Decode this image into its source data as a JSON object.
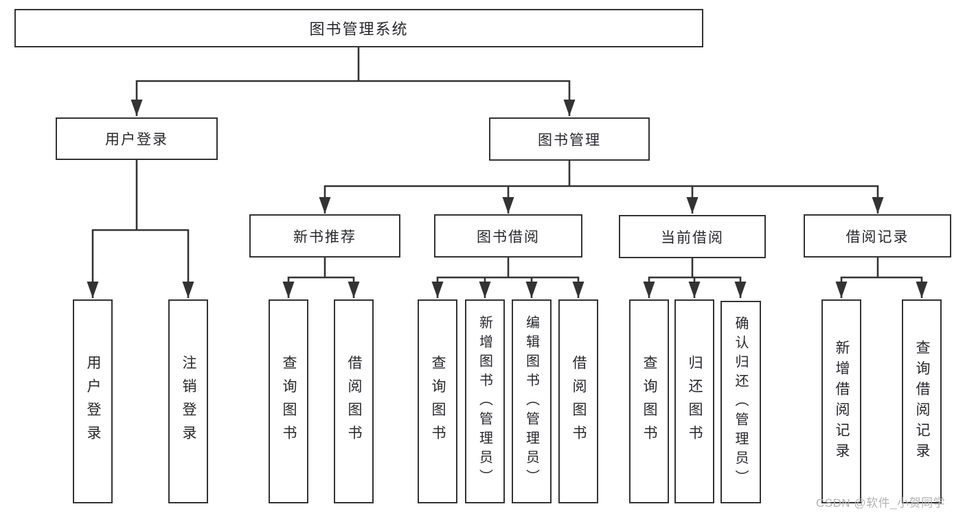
{
  "diagram": {
    "root": {
      "label": "图书管理系统"
    },
    "level2": [
      {
        "id": "user-login",
        "label": "用户登录"
      },
      {
        "id": "book-management",
        "label": "图书管理"
      }
    ],
    "level3": [
      {
        "id": "new-book-recommend",
        "label": "新书推荐"
      },
      {
        "id": "book-borrow",
        "label": "图书借阅"
      },
      {
        "id": "current-borrow",
        "label": "当前借阅"
      },
      {
        "id": "borrow-records",
        "label": "借阅记录"
      }
    ],
    "leaves": {
      "user": [
        {
          "label": "用户登录"
        },
        {
          "label": "注销登录"
        }
      ],
      "recommend": [
        {
          "label": "查询图书"
        },
        {
          "label": "借阅图书"
        }
      ],
      "borrow": [
        {
          "label": "查询图书"
        },
        {
          "label": "新增图书（管理员）"
        },
        {
          "label": "编辑图书（管理员）"
        },
        {
          "label": "借阅图书"
        }
      ],
      "current": [
        {
          "label": "查询图书"
        },
        {
          "label": "归还图书"
        },
        {
          "label": "确认归还（管理员）"
        }
      ],
      "records": [
        {
          "label": "新增借阅记录"
        },
        {
          "label": "查询借阅记录"
        }
      ]
    }
  },
  "watermark": {
    "text": "CSDN @软件_小贺同学"
  },
  "colors": {
    "background": "#ffffff",
    "box_fill": "#ffffff",
    "box_border": "#333333",
    "line": "#333333",
    "text": "#28282c",
    "watermark": "#b2b2b2"
  }
}
